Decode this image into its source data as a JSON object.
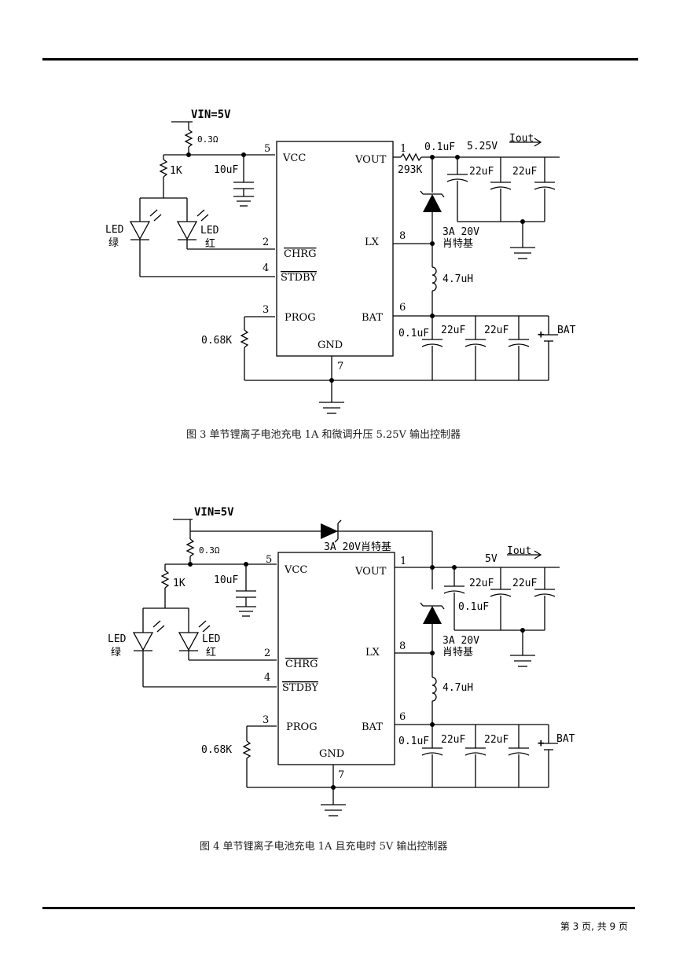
{
  "figure3": {
    "vin_label": "VIN=5V",
    "sense_res": "0.3Ω",
    "res_1k": "1K",
    "cap_vcc": "10uF",
    "led_green_1": "LED",
    "led_green_2": "绿",
    "led_red_1": "LED",
    "led_red_2": "红",
    "pin5": "5",
    "vcc": "VCC",
    "pin1": "1",
    "vout": "VOUT",
    "pin2": "2",
    "chrg": "CHRG",
    "pin4": "4",
    "stdby": "STDBY",
    "pin3": "3",
    "prog": "PROG",
    "pin8": "8",
    "lx": "LX",
    "pin6": "6",
    "bat": "BAT",
    "pin7": "7",
    "gnd": "GND",
    "res_prog": "0.68K",
    "res_vout": "293K",
    "cap_01_out": "0.1uF",
    "vout_label": "5.25V",
    "iout": "Iout",
    "cap_22a": "22uF",
    "cap_22b": "22uF",
    "diode_1": "3A 20V",
    "diode_2": "肖特基",
    "inductor": "4.7uH",
    "cap_01_bat": "0.1uF",
    "cap_22c": "22uF",
    "cap_22d": "22uF",
    "plus": "+",
    "battery": "BAT",
    "caption": "图 3  单节锂离子电池充电 1A 和微调升压 5.25V 输出控制器"
  },
  "figure4": {
    "vin_label": "VIN=5V",
    "sense_res": "0.3Ω",
    "res_1k": "1K",
    "cap_vcc": "10uF",
    "bypass_diode": "3A 20V肖特基",
    "led_green_1": "LED",
    "led_green_2": "绿",
    "led_red_1": "LED",
    "led_red_2": "红",
    "pin5": "5",
    "vcc": "VCC",
    "pin1": "1",
    "vout": "VOUT",
    "pin2": "2",
    "chrg": "CHRG",
    "pin4": "4",
    "stdby": "STDBY",
    "pin3": "3",
    "prog": "PROG",
    "pin8": "8",
    "lx": "LX",
    "pin6": "6",
    "bat": "BAT",
    "pin7": "7",
    "gnd": "GND",
    "res_prog": "0.68K",
    "vout_label": "5V",
    "iout": "Iout",
    "cap_22a": "22uF",
    "cap_22b": "22uF",
    "cap_01_out": "0.1uF",
    "diode_1": "3A 20V",
    "diode_2": "肖特基",
    "inductor": "4.7uH",
    "cap_01_bat": "0.1uF",
    "cap_22c": "22uF",
    "cap_22d": "22uF",
    "plus": "+",
    "battery": "BAT",
    "caption": "图 4  单节锂离子电池充电 1A 且充电时 5V 输出控制器"
  },
  "footer": "第 3 页, 共 9 页"
}
